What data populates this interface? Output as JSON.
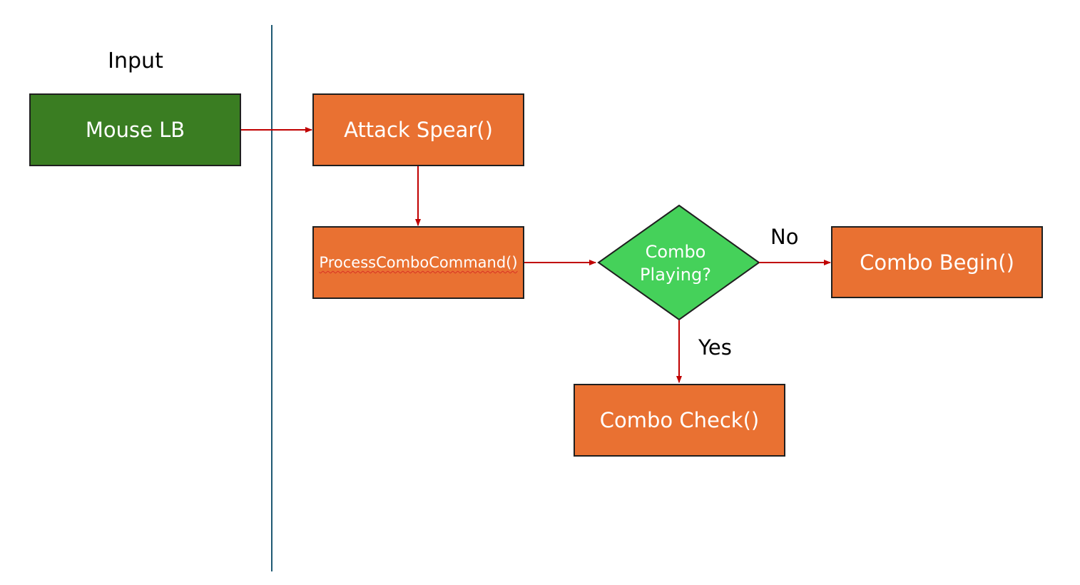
{
  "lane_title": "Input",
  "nodes": {
    "mouse_lb": "Mouse LB",
    "attack_spear": "Attack Spear()",
    "process_combo": "ProcessComboCommand()",
    "decision_line1": "Combo",
    "decision_line2": "Playing?",
    "combo_begin": "Combo Begin()",
    "combo_check": "Combo Check()"
  },
  "edges": {
    "no_label": "No",
    "yes_label": "Yes"
  },
  "colors": {
    "input_box": "#3a7d22",
    "process_box": "#e97132",
    "decision": "#45d15a",
    "arrow": "#c00000",
    "lane_divider": "#1f5a73"
  }
}
